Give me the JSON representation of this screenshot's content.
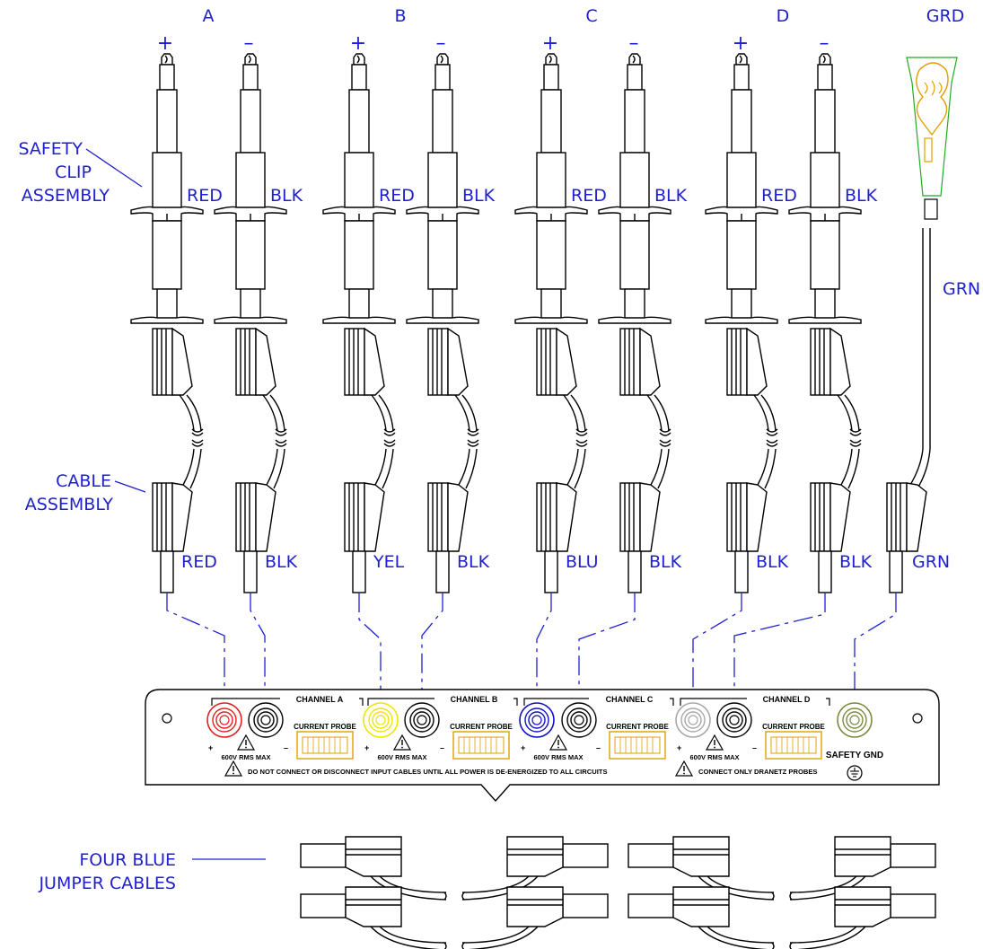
{
  "channels": [
    {
      "letter": "A",
      "plus": "+",
      "minus": "–",
      "clip_pos": "RED",
      "clip_neg": "BLK",
      "cable_pos": "RED",
      "cable_neg": "BLK",
      "panel_label": "CHANNEL A",
      "pos_color": "#e02020"
    },
    {
      "letter": "B",
      "plus": "+",
      "minus": "–",
      "clip_pos": "RED",
      "clip_neg": "BLK",
      "cable_pos": "YEL",
      "cable_neg": "BLK",
      "panel_label": "CHANNEL B",
      "pos_color": "#f2e600"
    },
    {
      "letter": "C",
      "plus": "+",
      "minus": "–",
      "clip_pos": "RED",
      "clip_neg": "BLK",
      "cable_pos": "BLU",
      "cable_neg": "BLK",
      "panel_label": "CHANNEL C",
      "pos_color": "#1010c0"
    },
    {
      "letter": "D",
      "plus": "+",
      "minus": "–",
      "clip_pos": "RED",
      "clip_neg": "BLK",
      "cable_pos": "BLK",
      "cable_neg": "BLK",
      "panel_label": "CHANNEL D",
      "pos_color": "#a8a8a8"
    }
  ],
  "ground": {
    "letter": "GRD",
    "wire": "GRN",
    "cable": "GRN",
    "panel_label": "SAFETY GND",
    "color": "#7a8a40"
  },
  "labels": {
    "safety_clip": [
      "SAFETY",
      "CLIP",
      "ASSEMBLY"
    ],
    "cable_assembly": [
      "CABLE",
      "ASSEMBLY"
    ],
    "jumpers": [
      "FOUR BLUE",
      "JUMPER CABLES"
    ]
  },
  "panel": {
    "current_probe": "CURRENT PROBE",
    "rating": "600V RMS MAX",
    "plus": "+",
    "minus": "–",
    "warning": "DO NOT CONNECT OR DISCONNECT INPUT CABLES UNTIL ALL POWER IS DE-ENERGIZED TO ALL CIRCUITS",
    "probe_note": "CONNECT ONLY DRANETZ PROBES"
  },
  "colors": {
    "annotation": "#1f1fd1",
    "ground_clip": "#e0a000",
    "ground_clip_outline": "#22aa22"
  }
}
